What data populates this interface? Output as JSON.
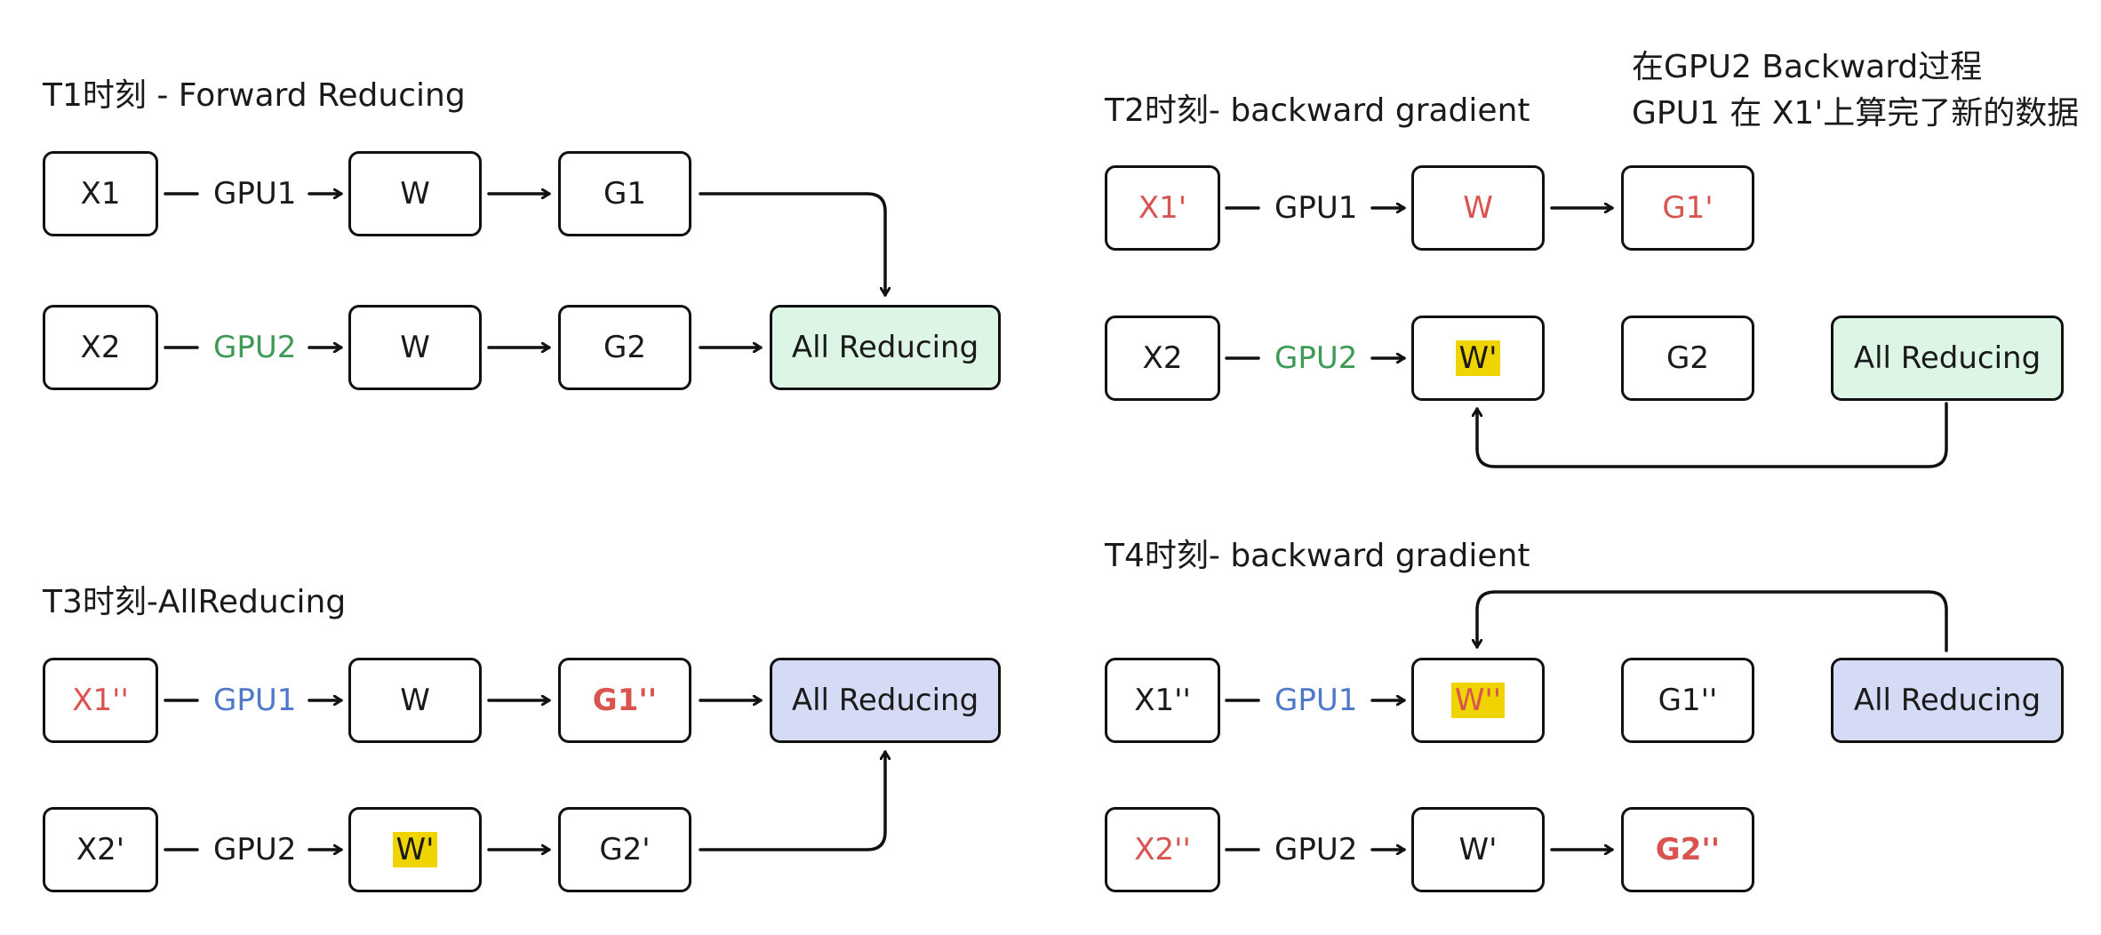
{
  "colors": {
    "red": "#d9534f",
    "green": "#3e9a56",
    "blue": "#4e78c9",
    "highlight": "#f0d400",
    "green_box": "#dcf5e4",
    "blue_box": "#d6dbf5"
  },
  "panels": {
    "t1": {
      "title": "T1时刻 - Forward Reducing",
      "row1": {
        "x": "X1",
        "gpu": "GPU1",
        "w": "W",
        "g": "G1"
      },
      "row2": {
        "x": "X2",
        "gpu": "GPU2",
        "w": "W",
        "g": "G2",
        "reduce": "All Reducing"
      }
    },
    "t2": {
      "title": "T2时刻- backward gradient",
      "note_line1": "在GPU2 Backward过程",
      "note_line2": "GPU1 在 X1'上算完了新的数据",
      "row1": {
        "x": "X1'",
        "gpu": "GPU1",
        "w": "W",
        "g": "G1'"
      },
      "row2": {
        "x": "X2",
        "gpu": "GPU2",
        "w": "W'",
        "g": "G2",
        "reduce": "All Reducing"
      }
    },
    "t3": {
      "title": "T3时刻-AllReducing",
      "row1": {
        "x": "X1''",
        "gpu": "GPU1",
        "w": "W",
        "g": "G1''",
        "reduce": "All Reducing"
      },
      "row2": {
        "x": "X2'",
        "gpu": "GPU2",
        "w": "W'",
        "g": "G2'"
      }
    },
    "t4": {
      "title": "T4时刻- backward gradient",
      "row1": {
        "x": "X1''",
        "gpu": "GPU1",
        "w": "W''",
        "g": "G1''",
        "reduce": "All Reducing"
      },
      "row2": {
        "x": "X2''",
        "gpu": "GPU2",
        "w": "W'",
        "g": "G2''"
      }
    }
  }
}
